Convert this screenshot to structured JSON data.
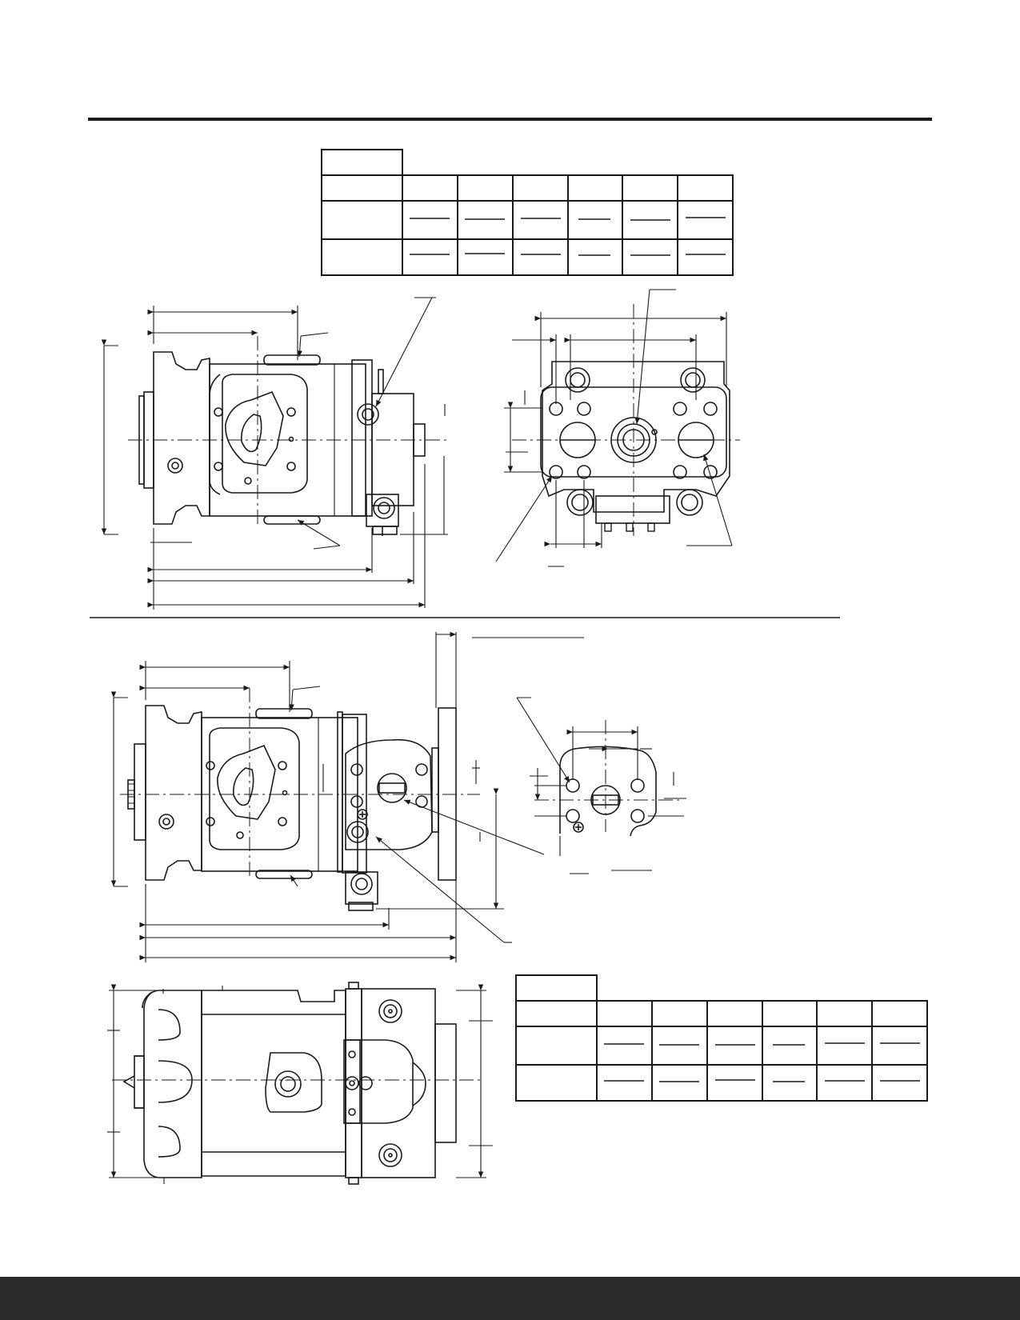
{
  "colors": {
    "ink": "#1a1a1a",
    "paper": "#ffffff",
    "footer": "#2b2b2b"
  },
  "dimension_tables": [
    {
      "rows": 3,
      "value_columns": 6
    },
    {
      "rows": 3,
      "value_columns": 6
    }
  ]
}
